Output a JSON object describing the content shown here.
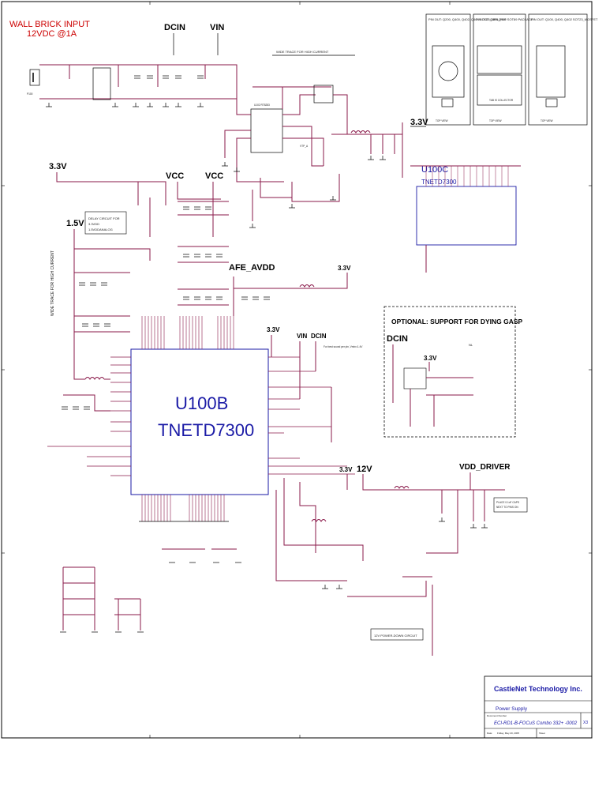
{
  "labels": {
    "wall_brick": "WALL BRICK INPUT",
    "wall_spec": "12VDC @1A",
    "dcin_top": "DCIN",
    "vin_top": "VIN",
    "v33_top_right": "3.3V",
    "v33_left": "3.3V",
    "vcc1": "VCC",
    "vcc2": "VCC",
    "v15": "1.5V",
    "afe_avdd": "AFE_AVDD",
    "v33_afe": "3.3V",
    "v33_mid": "3.3V",
    "vin_mid": "VIN",
    "dcin_mid": "DCIN",
    "v33_boost": "3.3V",
    "v12": "12V",
    "vdd_driver": "VDD_DRIVER",
    "dcin_opt": "DCIN",
    "v33_opt": "3.3V",
    "wide_trace_top": "WIDE TRACE FOR HIGH CURRENT",
    "wide_trace_left": "WIDE TRACE FOR HIGH CURRENT",
    "delay_note_1": "DELAY CIRCUIT FOR",
    "delay_note_2": "3.3VDD",
    "delay_note_3": "1.5VDDANALOG",
    "optional_title": "OPTIONAL: SUPPORT FOR DYING GASP",
    "optional_nl": "NL",
    "power_down": "12V POWER-DOWN CIRCUIT",
    "place_note_1": "PLACE 0.1uF CAPS",
    "place_note_2": "NEXT TO PINS ON",
    "u100c_ref": "U100C",
    "u100c_part": "TNETD7300",
    "u100b_ref": "U100B",
    "u100b_part": "TNETD7300",
    "pin_out_1": "PIN OUT: Q200, Q400, Q402, Q404 SOT23_NPN_PNP",
    "pin_out_2": "PIN OUT: Q300,Q401 SOT89 PACKAGE",
    "pin_out_3": "PIN OUT: Q100, Q400, Q402 SOT23_MOSFET",
    "top_view": "TOP VIEW",
    "tab_note": "TAB IS COLLECTOR",
    "p1": "P100",
    "u102": "U102 RT8283",
    "vtp": "VTP_A",
    "afe_note": "For best sound per pin, Vmin=1.4V"
  },
  "title_block": {
    "company": "CastleNet Technology Inc.",
    "title": "Power Supply",
    "doc_label": "Document Number",
    "doc_number": "ECI-RD1-B-FOCuS Combo 332+ -0002",
    "rev": "X3",
    "date_label": "Date:",
    "date": "Friday, May 20, 2005",
    "sheet_label": "Sheet"
  },
  "colors": {
    "wire": "#8a1a4a",
    "accent_red": "#cc0000",
    "accent_blue": "#1a1aa6",
    "ink": "#000000"
  }
}
